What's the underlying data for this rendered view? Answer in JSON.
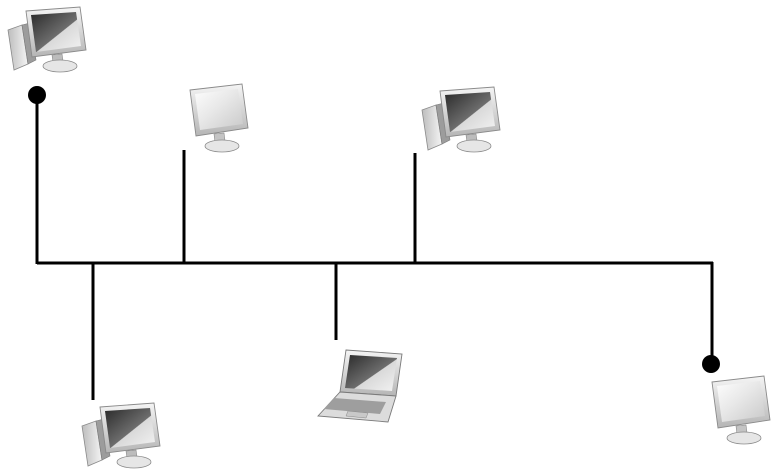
{
  "diagram": {
    "type": "bus-network-topology",
    "bus": {
      "terminators": 2,
      "color": "#000000"
    },
    "nodes": [
      {
        "id": "desktop-top-left",
        "icon": "desktop-computer-icon",
        "style": "tower-and-monitor",
        "attached": "bus-end-left",
        "terminator": true
      },
      {
        "id": "monitor-top-2",
        "icon": "monitor-icon",
        "style": "monitor-only",
        "attached": "bus-drop"
      },
      {
        "id": "desktop-top-3",
        "icon": "desktop-computer-icon",
        "style": "tower-and-monitor",
        "attached": "bus-drop"
      },
      {
        "id": "desktop-bottom-1",
        "icon": "desktop-computer-icon",
        "style": "tower-and-monitor",
        "attached": "bus-drop"
      },
      {
        "id": "laptop-bottom-2",
        "icon": "laptop-icon",
        "style": "laptop",
        "attached": "bus-drop"
      },
      {
        "id": "monitor-bottom-right",
        "icon": "monitor-icon",
        "style": "monitor-only",
        "attached": "bus-end-right",
        "terminator": true
      }
    ]
  }
}
